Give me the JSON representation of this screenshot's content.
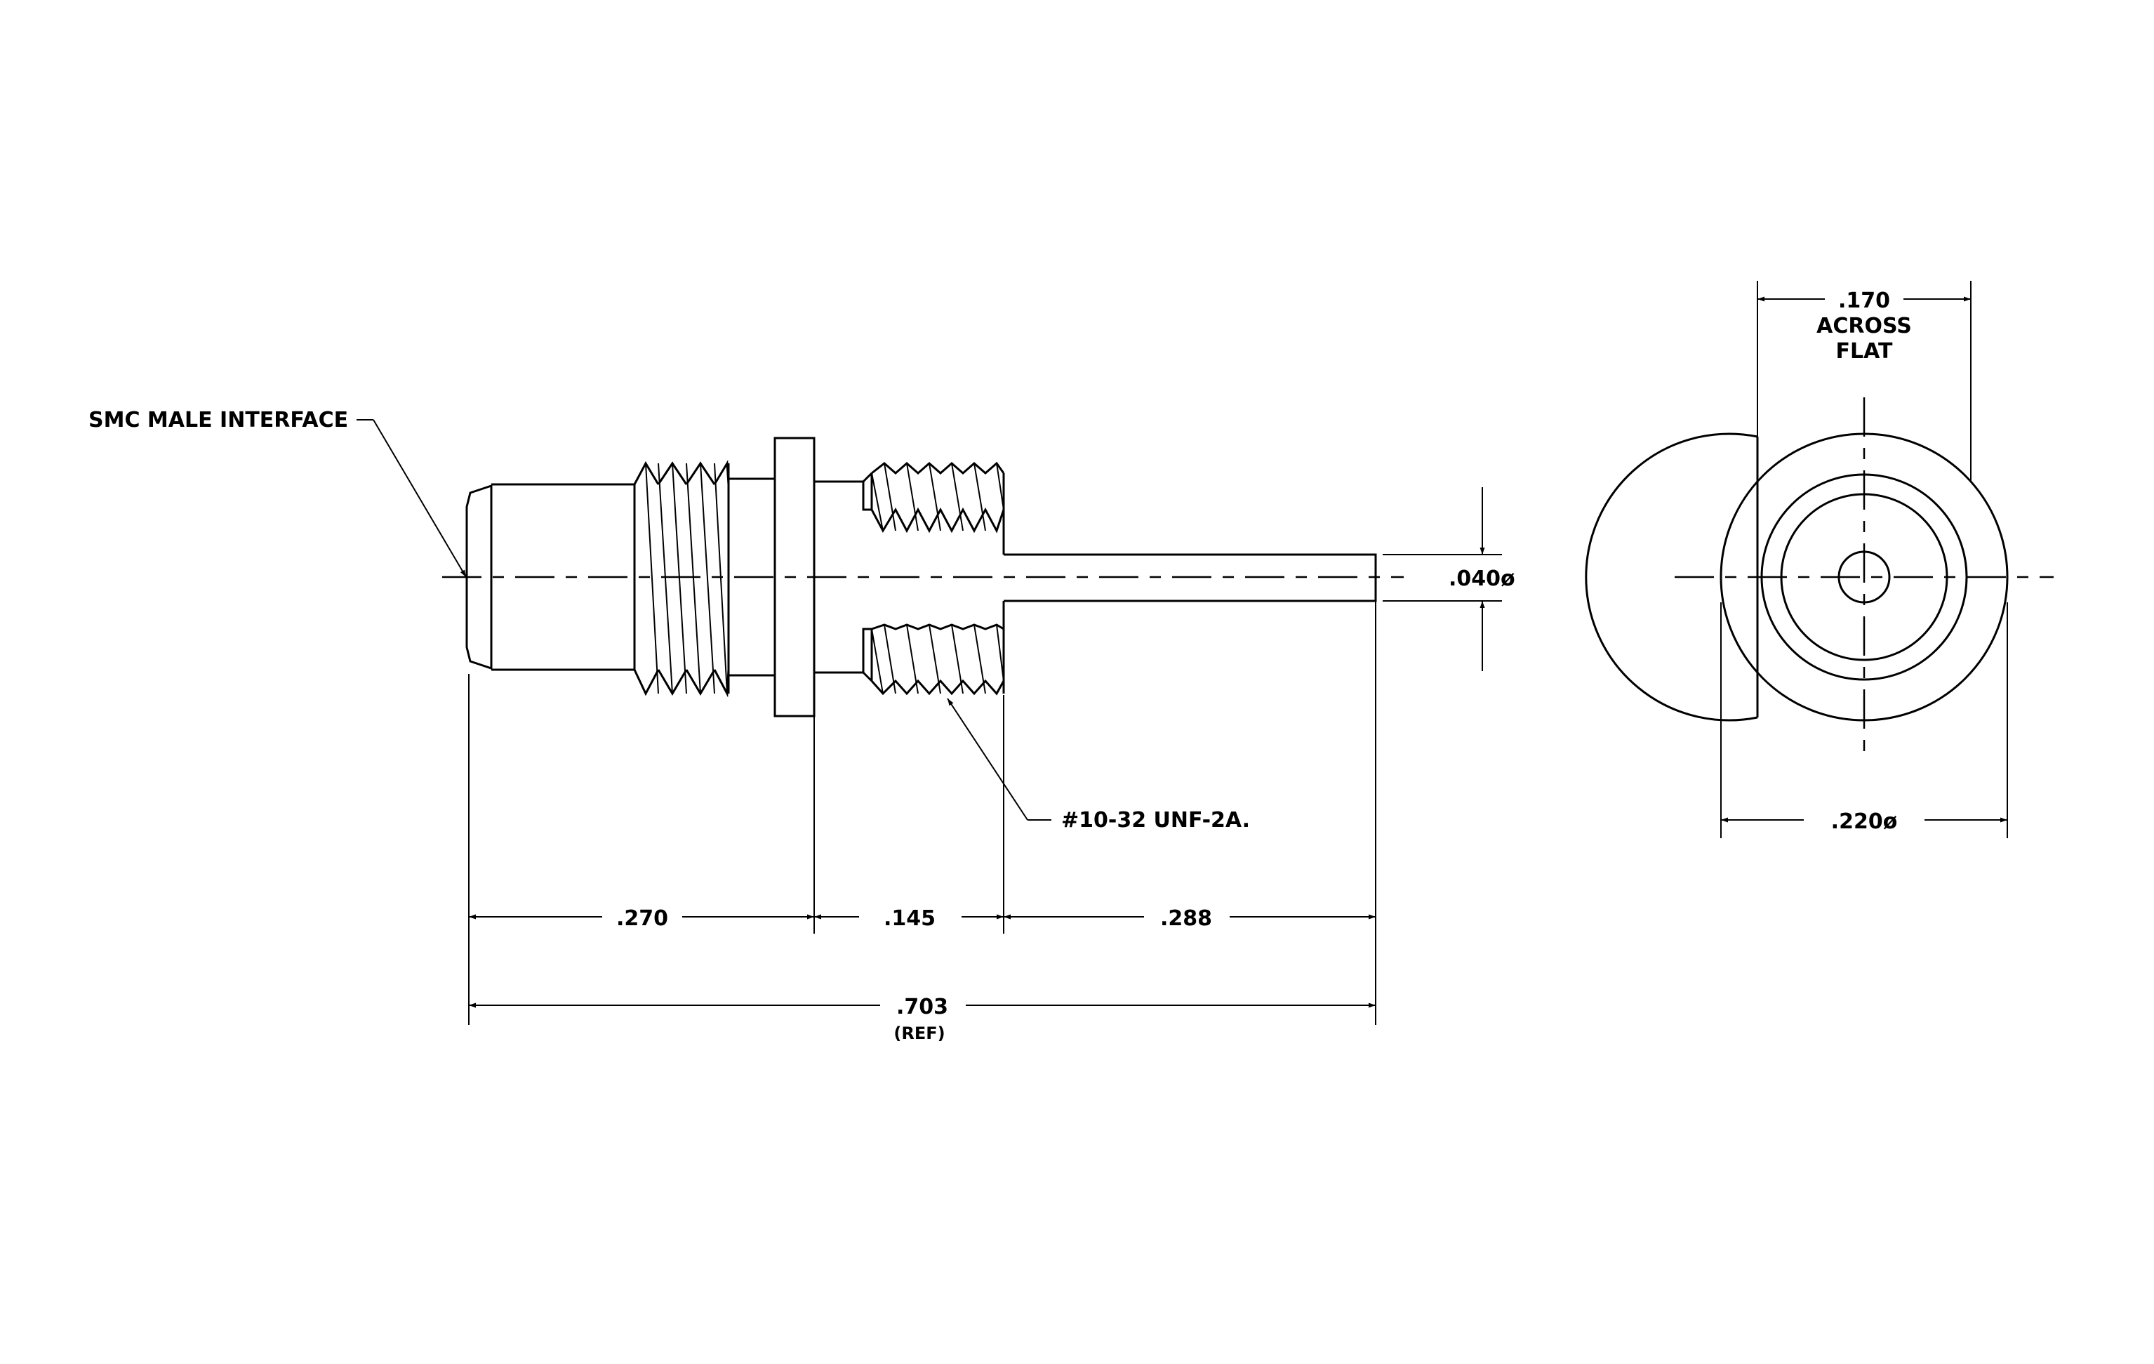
{
  "labels": {
    "interface": "SMC MALE INTERFACE",
    "thread": "#10-32 UNF-2A.",
    "pin_dia": ".040ø",
    "len_a": ".270",
    "len_b": ".145",
    "len_c": ".288",
    "overall": ".703",
    "overall_ref": "(REF)",
    "flat_value": ".170",
    "flat_line1": "ACROSS",
    "flat_line2": "FLAT",
    "outer_dia": ".220ø"
  }
}
